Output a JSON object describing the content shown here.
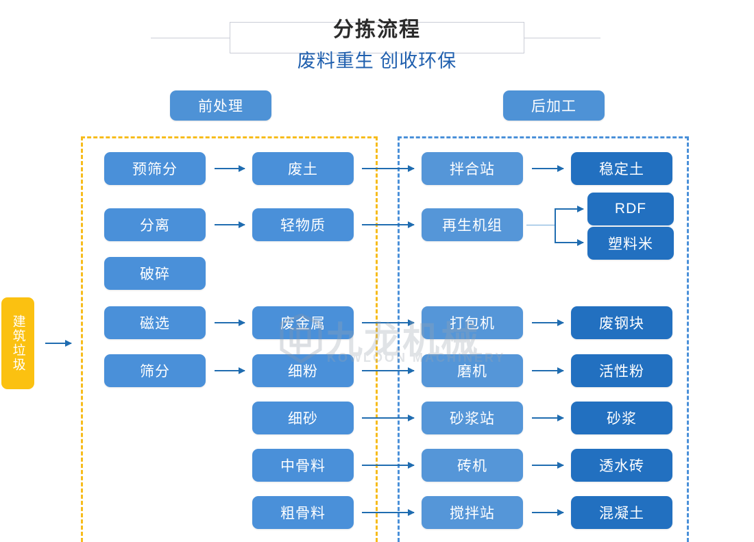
{
  "header": {
    "title": "分拣流程",
    "subtitle": "废料重生 创收环保"
  },
  "sections": {
    "pre_label": "前处理",
    "post_label": "后加工"
  },
  "input": {
    "label": "建筑垃圾"
  },
  "watermark": {
    "cn": "九龙机械",
    "en": "KOWLOON MACHINERY"
  },
  "colors": {
    "node_light": "#5596d8",
    "node_mid": "#4a90d9",
    "node_dark": "#2270c0",
    "input_yellow": "#fbc111",
    "frame_pre": "#f7bc1c",
    "frame_post": "#4a90d9",
    "arrow": "#1f6cb0",
    "title": "#2b2b2b",
    "subtitle": "#1f5fae"
  },
  "columns": {
    "col1": [
      {
        "label": "预筛分"
      },
      {
        "label": "分离"
      },
      {
        "label": "破碎"
      },
      {
        "label": "磁选"
      },
      {
        "label": "筛分"
      }
    ],
    "col2": [
      {
        "label": "废土"
      },
      {
        "label": "轻物质"
      },
      {
        "label": "废金属"
      },
      {
        "label": "细粉"
      },
      {
        "label": "细砂"
      },
      {
        "label": "中骨料"
      },
      {
        "label": "粗骨料"
      }
    ],
    "col3": [
      {
        "label": "拌合站"
      },
      {
        "label": "再生机组"
      },
      {
        "label": "打包机"
      },
      {
        "label": "磨机"
      },
      {
        "label": "砂浆站"
      },
      {
        "label": "砖机"
      },
      {
        "label": "搅拌站"
      }
    ],
    "col4": [
      {
        "label": "稳定土"
      },
      {
        "label": "RDF"
      },
      {
        "label": "塑料米"
      },
      {
        "label": "废钢块"
      },
      {
        "label": "活性粉"
      },
      {
        "label": "砂浆"
      },
      {
        "label": "透水砖"
      },
      {
        "label": "混凝土"
      }
    ]
  }
}
